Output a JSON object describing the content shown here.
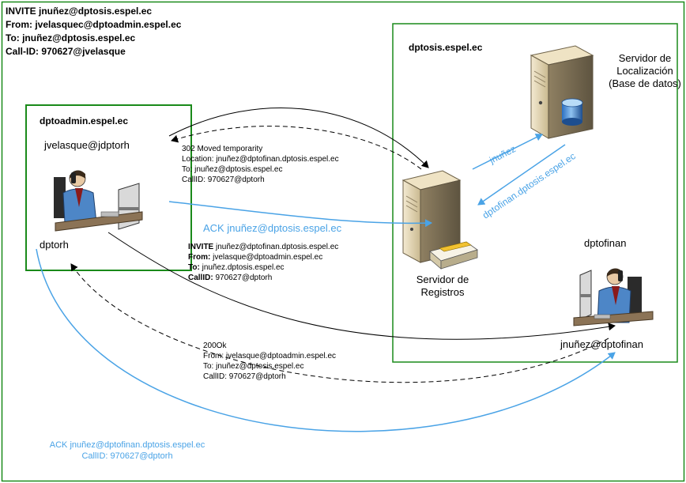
{
  "header": {
    "line1": "INVITE  jnuñez@dptosis.espel.ec",
    "line2": "From: jvelasquec@dptoadmin.espel.ec",
    "line3": "To: jnuñez@dptosis.espel.ec",
    "line4": "Call-ID: 970627@jvelasque"
  },
  "left_domain": {
    "name": "dptoadmin.espel.ec",
    "user": "jvelasque@jdptorh",
    "host": "dptorh"
  },
  "right_domain": {
    "name": "dptosis.espel.ec",
    "loc_server": "Servidor de\nLocalización\n(Base de datos)",
    "reg_server": "Servidor de\nRegistros",
    "callee_host": "dptofinan",
    "callee_user": "jnuñez@dptofinan"
  },
  "messages": {
    "moved": "302 Moved temporarity\nLocation: jnuñez@dptofinan.dptosis.espel.ec\nTo: jnuñez@dptosis.espel.ec\nCallID: 970627@dptorh",
    "ack1": "ACK jnuñez@dptosis.espel.ec",
    "invite_kw": "INVITE",
    "invite_val": " jnuñez@dptofinan.dptosis.espel.ec",
    "from_kw": "From:",
    "from_val": " jvelasque@dptoadmin.espel.ec",
    "to_kw": "To:",
    "to_val": " jnuñez.dptosis.espel.ec",
    "callid_kw": "CallID:",
    "callid_val": " 970627@dptorh",
    "ok200": "200Ok\nFrom: jvelasque@dptoadmin.espel.ec\nTo: jnuñez@dptosis.espel.ec\nCallID: 970627@dptorh",
    "ack2": "ACK jnuñez@dptofinan.dptosis.espel.ec\nCallID: 970627@dptorh",
    "query": "jnuñez",
    "reply": "dptofinan.dptosis.espel.ec"
  },
  "colors": {
    "border": "#1a8a1a",
    "accent_blue": "#4aa3e6",
    "line": "#000000"
  }
}
